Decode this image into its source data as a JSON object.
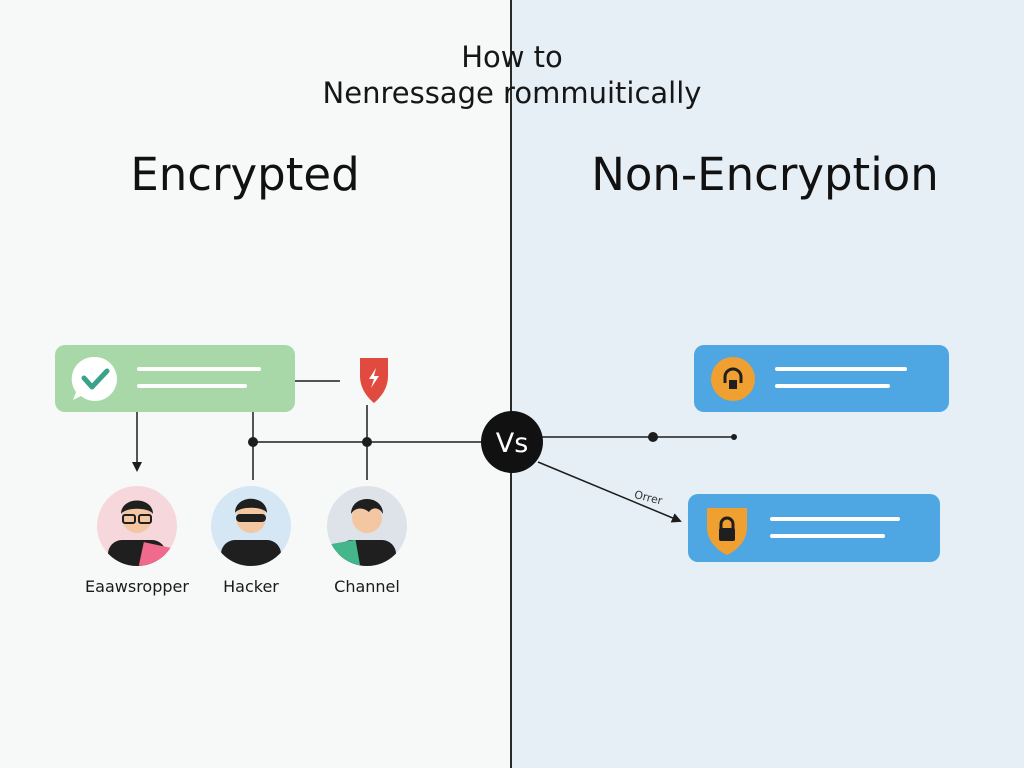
{
  "header": {
    "line1": "How to",
    "line2": "Nenressage rommuitically"
  },
  "left": {
    "heading": "Encrypted",
    "people": [
      {
        "label": "Eaawsropper"
      },
      {
        "label": "Hacker"
      },
      {
        "label": "Channel"
      }
    ]
  },
  "right": {
    "heading": "Non-Encryption",
    "side_label": "Orrer"
  },
  "center": {
    "badge": "Vs"
  },
  "icons": {
    "encrypted_message": "check-icon",
    "shield": "shield-bolt-icon",
    "top_message": "person-lock-icon",
    "bottom_message": "shield-lock-icon"
  },
  "colors": {
    "encrypted_card": "#a8d8a8",
    "blue_card": "#4ea6e2",
    "shield_red": "#e04a3f",
    "orange_icon": "#f0a030"
  }
}
